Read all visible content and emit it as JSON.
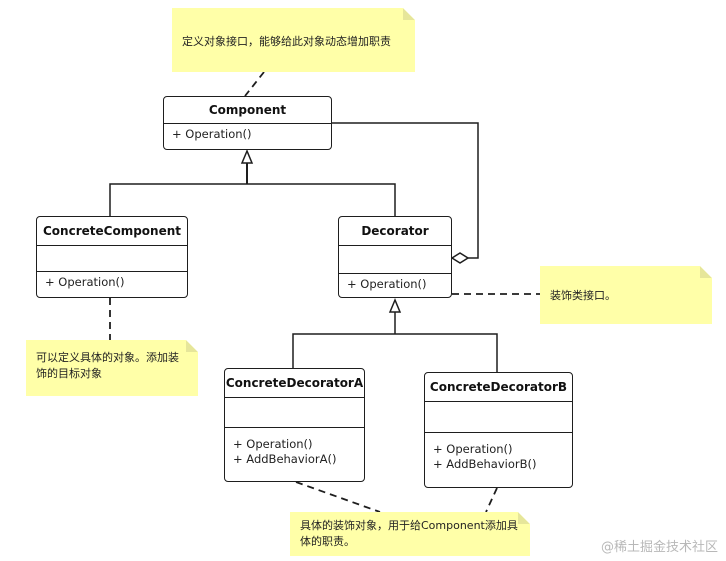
{
  "classes": {
    "component": {
      "name": "Component",
      "ops": [
        "+ Operation()"
      ]
    },
    "concrete_component": {
      "name": "ConcreteComponent",
      "ops": [
        "+ Operation()"
      ]
    },
    "decorator": {
      "name": "Decorator",
      "ops": [
        "+ Operation()"
      ]
    },
    "concrete_decorator_a": {
      "name": "ConcreteDecoratorA",
      "ops": [
        "+ Operation()",
        "+ AddBehaviorA()"
      ]
    },
    "concrete_decorator_b": {
      "name": "ConcreteDecoratorB",
      "ops": [
        "+ Operation()",
        "+ AddBehaviorB()"
      ]
    }
  },
  "notes": {
    "component_note": "定义对象接口，能够给此对象动态增加职责",
    "concrete_component_note": "可以定义具体的对象。添加装饰的目标对象",
    "decorator_note": "装饰类接口。",
    "concrete_decorator_note": "具体的装饰对象，用于给Component添加具体的职责。"
  },
  "watermark": "@稀土掘金技术社区",
  "colors": {
    "note": "#ffffa8",
    "stroke": "#1e1e1e"
  }
}
